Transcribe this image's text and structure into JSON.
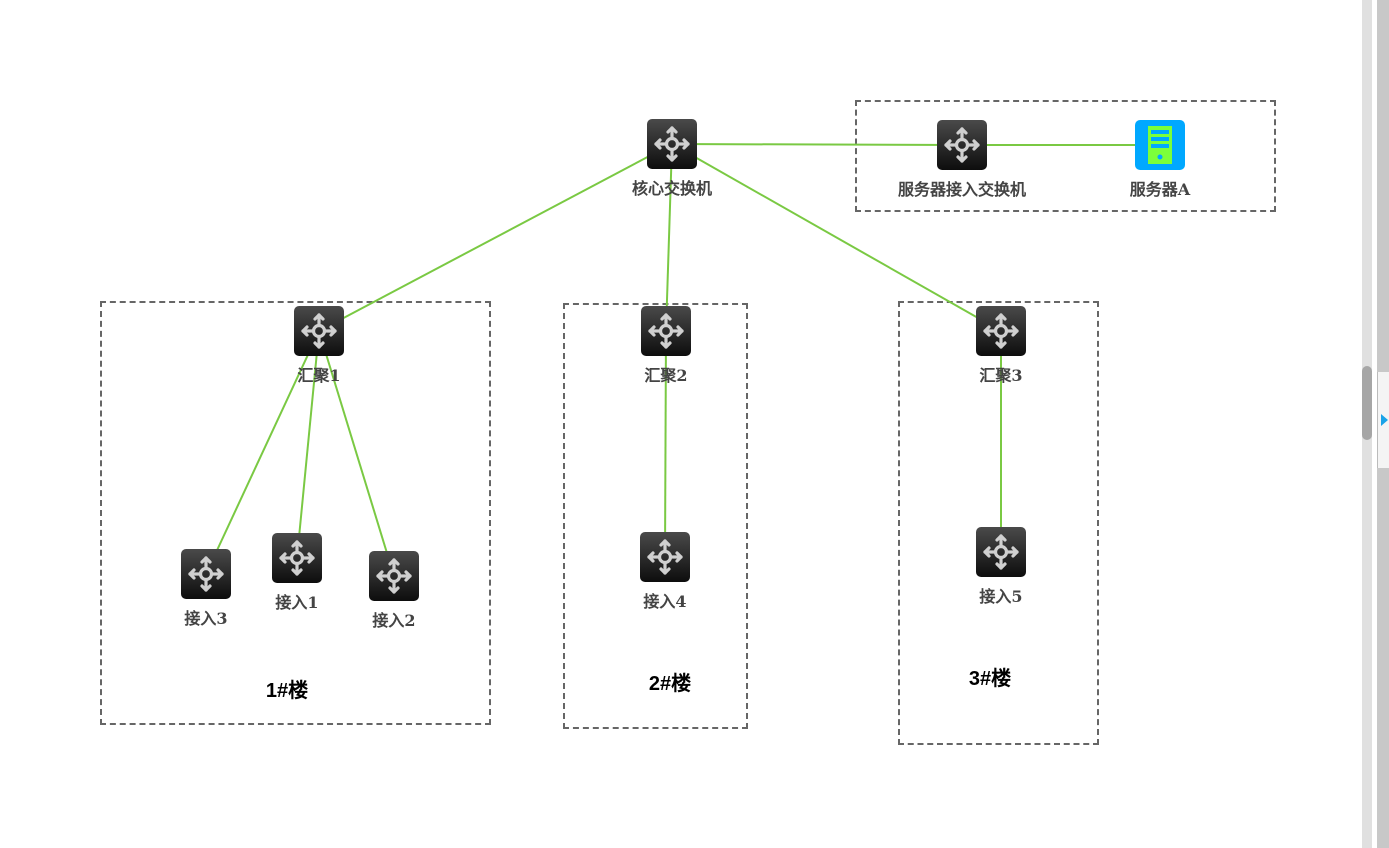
{
  "diagram": {
    "link_color": "#7ac943",
    "nodes": [
      {
        "id": "core",
        "type": "switch",
        "label": "核心交换机"
      },
      {
        "id": "server-switch",
        "type": "switch",
        "label": "服务器接入交换机"
      },
      {
        "id": "server-a",
        "type": "server",
        "label": "服务器A"
      },
      {
        "id": "agg1",
        "type": "switch",
        "label": "汇聚1"
      },
      {
        "id": "agg2",
        "type": "switch",
        "label": "汇聚2"
      },
      {
        "id": "agg3",
        "type": "switch",
        "label": "汇聚3"
      },
      {
        "id": "acc1",
        "type": "switch",
        "label": "接入1"
      },
      {
        "id": "acc2",
        "type": "switch",
        "label": "接入2"
      },
      {
        "id": "acc3",
        "type": "switch",
        "label": "接入3"
      },
      {
        "id": "acc4",
        "type": "switch",
        "label": "接入4"
      },
      {
        "id": "acc5",
        "type": "switch",
        "label": "接入5"
      }
    ],
    "links": [
      [
        "core",
        "server-switch"
      ],
      [
        "server-switch",
        "server-a"
      ],
      [
        "core",
        "agg1"
      ],
      [
        "core",
        "agg2"
      ],
      [
        "core",
        "agg3"
      ],
      [
        "agg1",
        "acc3"
      ],
      [
        "agg1",
        "acc1"
      ],
      [
        "agg1",
        "acc2"
      ],
      [
        "agg2",
        "acc4"
      ],
      [
        "agg3",
        "acc5"
      ]
    ],
    "groups": [
      {
        "id": "building1",
        "label": "1#楼"
      },
      {
        "id": "building2",
        "label": "2#楼"
      },
      {
        "id": "building3",
        "label": "3#楼"
      },
      {
        "id": "server-zone",
        "label": ""
      }
    ],
    "icons": {
      "switch": "switch-icon",
      "server": "server-icon"
    }
  }
}
